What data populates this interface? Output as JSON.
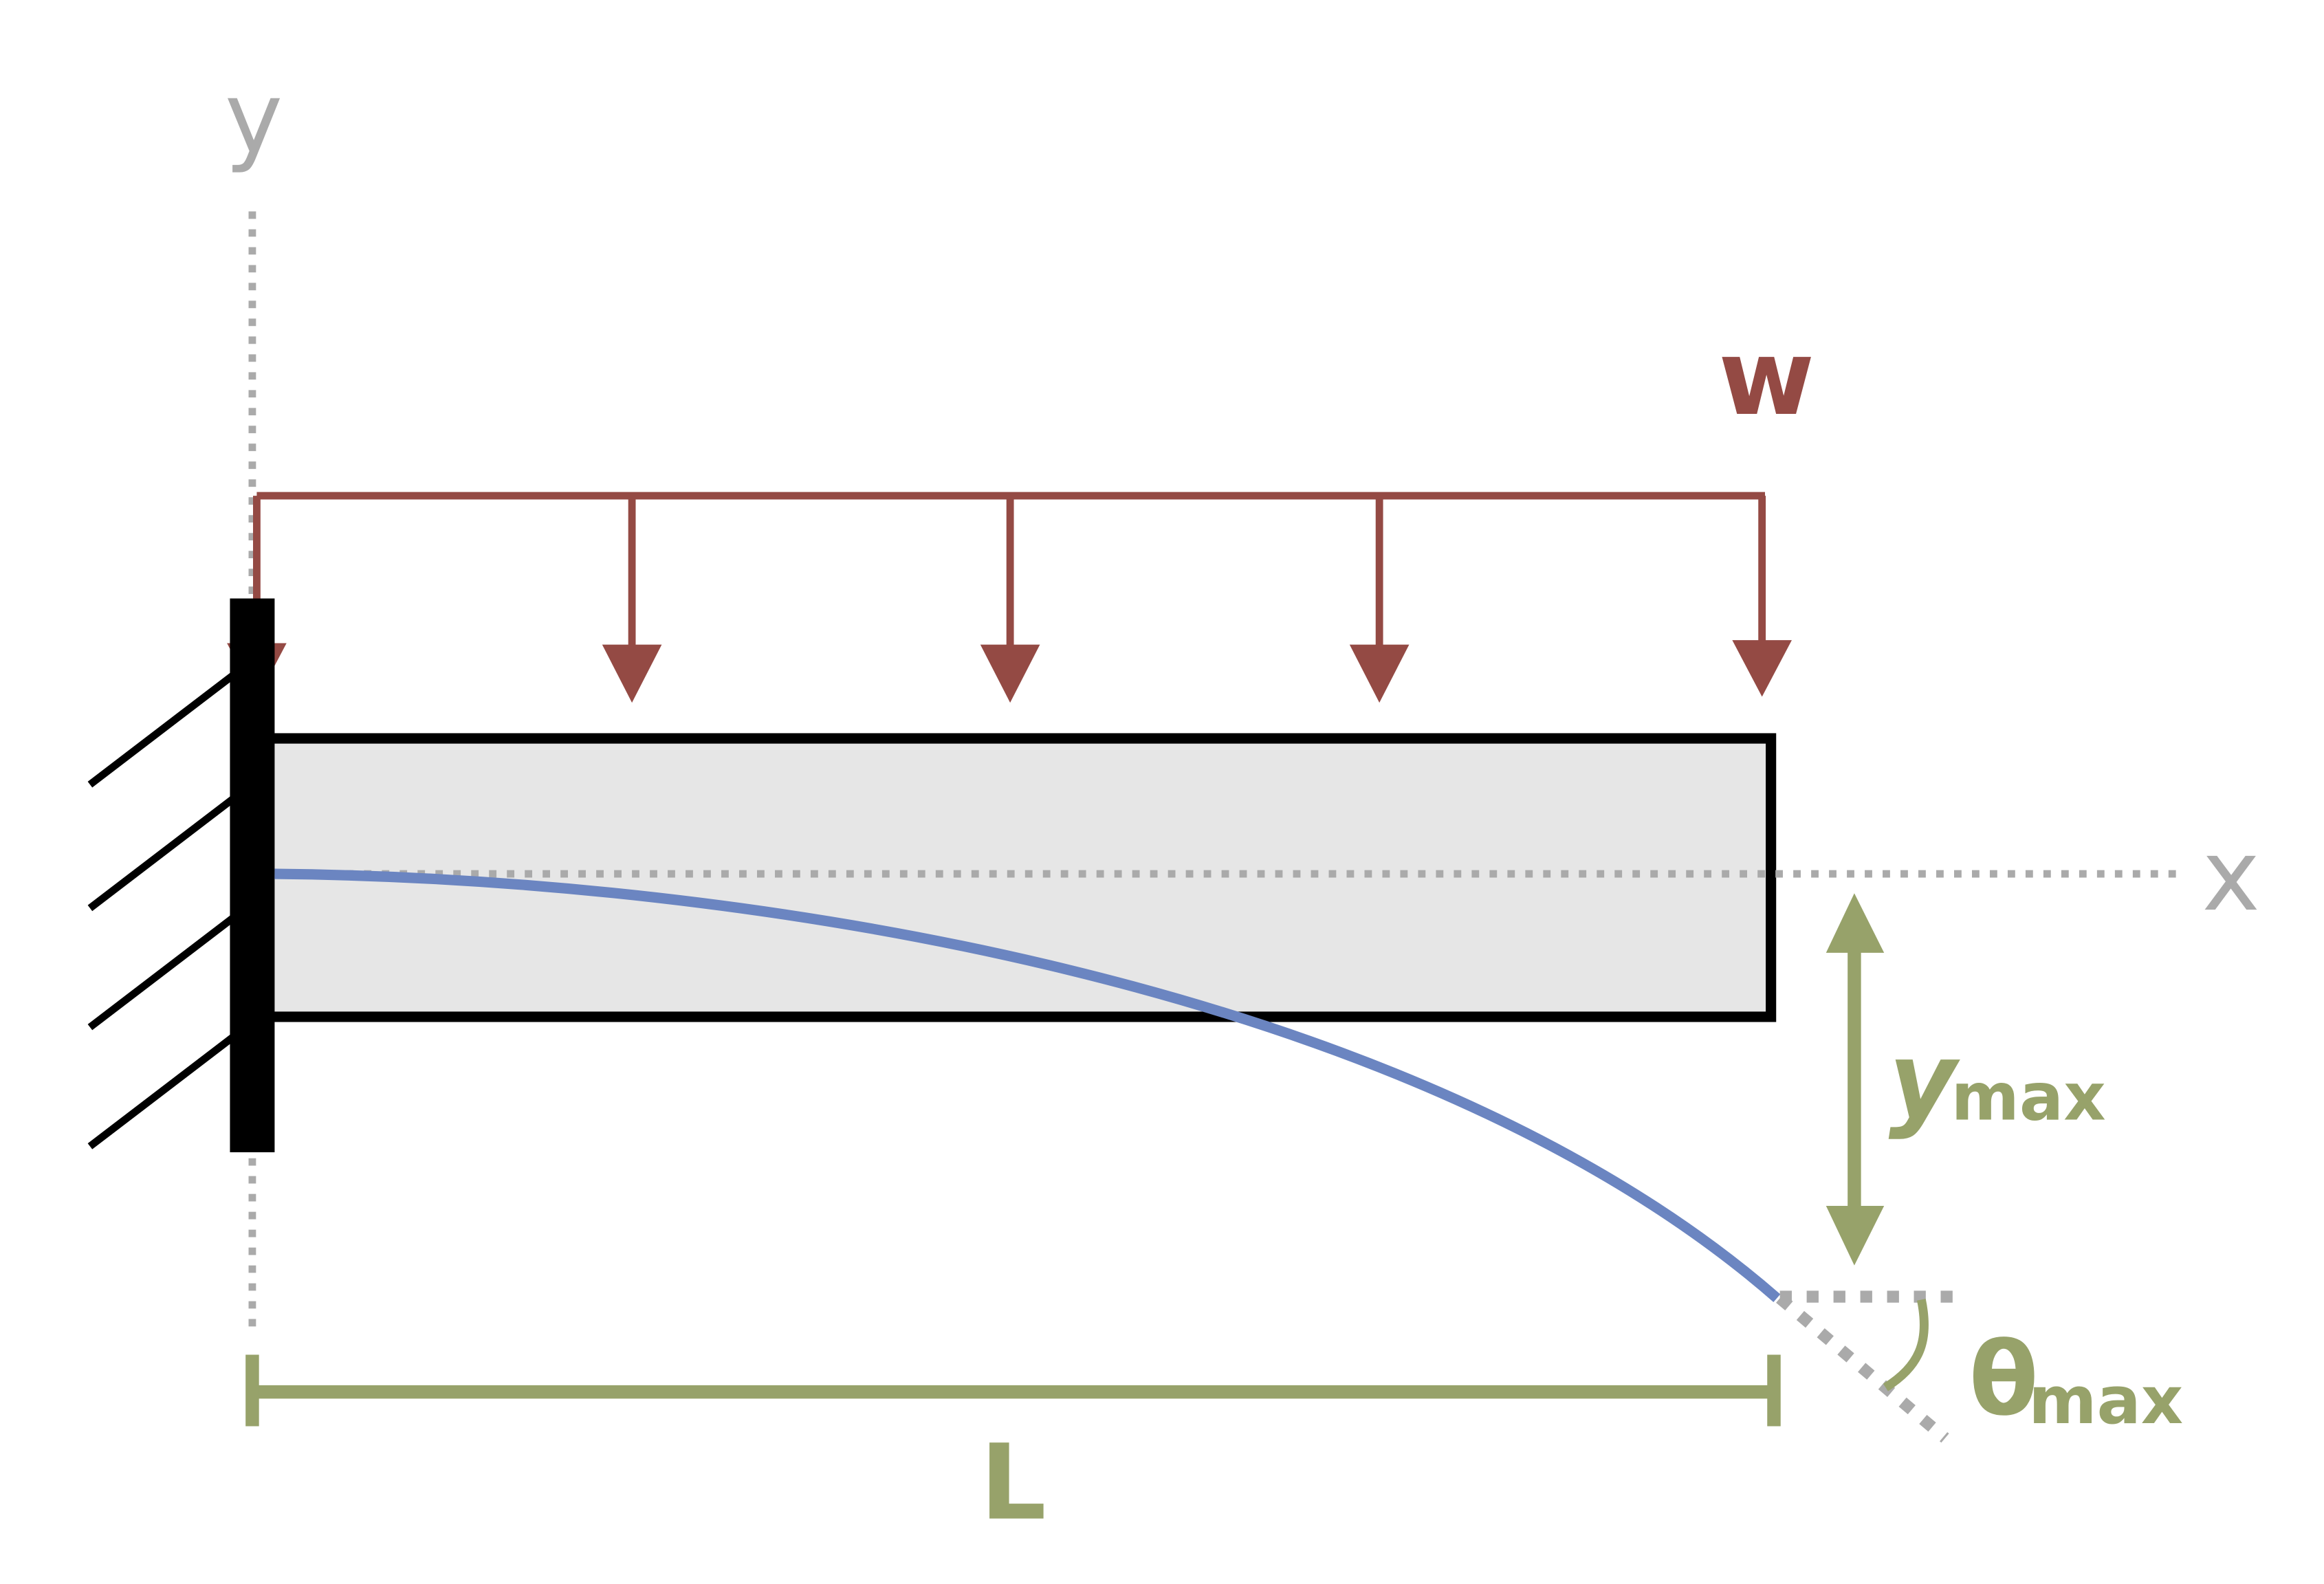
{
  "labels": {
    "y_axis": "y",
    "x_axis": "x",
    "load": "w",
    "length": "L",
    "deflection_main": "y",
    "deflection_sub": "max",
    "angle_main": "θ",
    "angle_sub": "max"
  },
  "colors": {
    "background": "#ffffff",
    "axis": "#aaaaaa",
    "load": "#944a44",
    "beam_fill": "#e6e6e6",
    "beam_stroke": "#000000",
    "deflection_curve": "#6b85c1",
    "dimension": "#97a26a",
    "support": "#000000"
  },
  "load_arrow_count": 5
}
